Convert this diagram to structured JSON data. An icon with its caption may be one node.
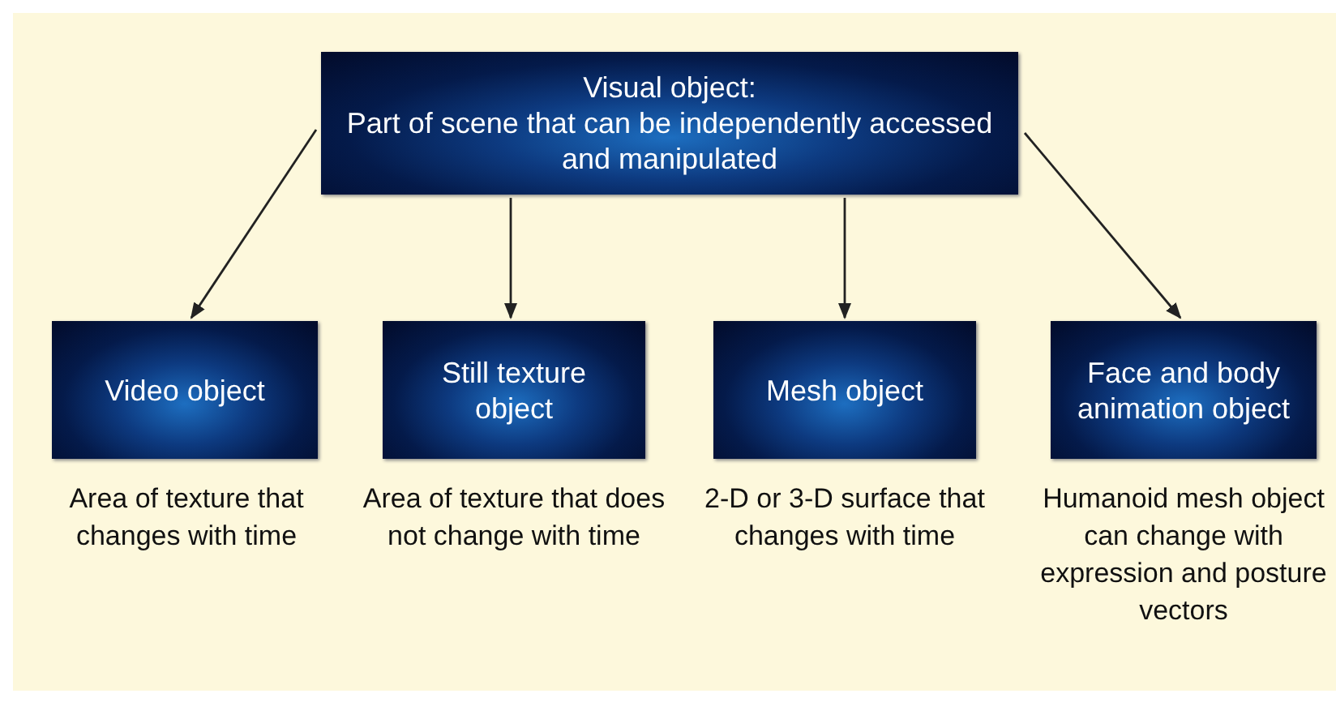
{
  "diagram": {
    "nodes": [
      {
        "text": [
          "Visual object:",
          "Part of scene that can be independently accessed and manipulated"
        ]
      },
      {
        "text": [
          "Video object"
        ],
        "beside": [
          "Area of texture that changes with time"
        ]
      },
      {
        "text": [
          "Still texture object"
        ],
        "beside": [
          "Area of texture that does not change with time"
        ]
      },
      {
        "text": [
          "Mesh object"
        ],
        "beside": [
          "2-D or 3-D surface that changes with time"
        ]
      },
      {
        "text": [
          "Face and body animation object"
        ],
        "beside": [
          "Humanoid mesh object can change with expression and posture vectors"
        ]
      }
    ],
    "edges": [
      {
        "from": 0,
        "to": 1,
        "arrow": "to"
      },
      {
        "from": 0,
        "to": 2,
        "arrow": "to"
      },
      {
        "from": 0,
        "to": 3,
        "arrow": "to"
      },
      {
        "from": 0,
        "to": 4,
        "arrow": "to"
      }
    ]
  }
}
